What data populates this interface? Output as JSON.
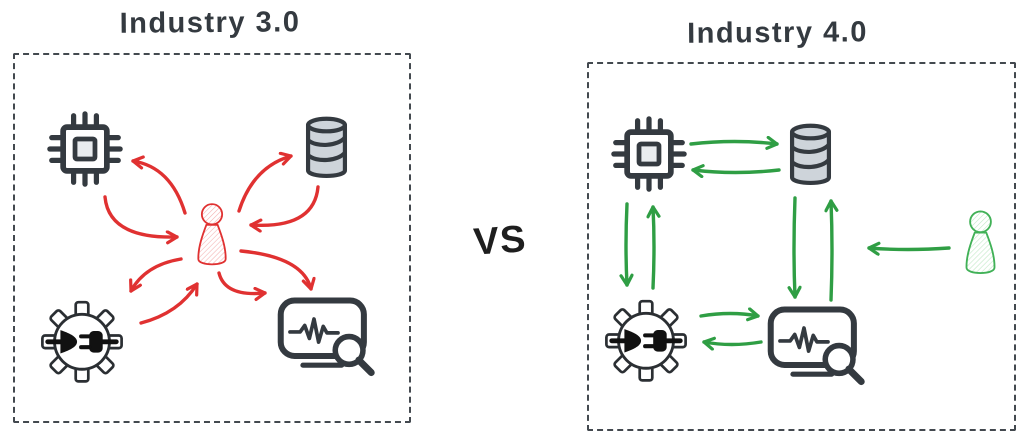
{
  "diagram": {
    "vs_label": "VS",
    "colors": {
      "ink": "#343a40",
      "red_accent": "#e03131",
      "green_accent": "#2f9e44",
      "database_fill": "#ced4da",
      "chip_core_fill": "#e9ecef"
    },
    "panels": [
      {
        "title": "Industry 3.0",
        "accent": "#e03131",
        "icons": [
          "processor-chip-icon",
          "database-icon",
          "human-pawn-icon",
          "gear-plug-icon",
          "monitor-analytics-icon"
        ],
        "edges": [
          {
            "from": "human",
            "to": "processor",
            "direction": "both"
          },
          {
            "from": "human",
            "to": "database",
            "direction": "both"
          },
          {
            "from": "human",
            "to": "machine-integration",
            "direction": "both"
          },
          {
            "from": "human",
            "to": "monitoring-analytics",
            "direction": "to"
          }
        ]
      },
      {
        "title": "Industry 4.0",
        "accent": "#2f9e44",
        "icons": [
          "processor-chip-icon",
          "database-icon",
          "gear-plug-icon",
          "monitor-analytics-icon",
          "human-pawn-icon"
        ],
        "edges": [
          {
            "from": "processor",
            "to": "database",
            "direction": "both"
          },
          {
            "from": "processor",
            "to": "machine-integration",
            "direction": "both"
          },
          {
            "from": "database",
            "to": "monitoring-analytics",
            "direction": "both"
          },
          {
            "from": "machine-integration",
            "to": "monitoring-analytics",
            "direction": "both"
          },
          {
            "from": "human",
            "to": "system",
            "direction": "to"
          }
        ]
      }
    ]
  }
}
